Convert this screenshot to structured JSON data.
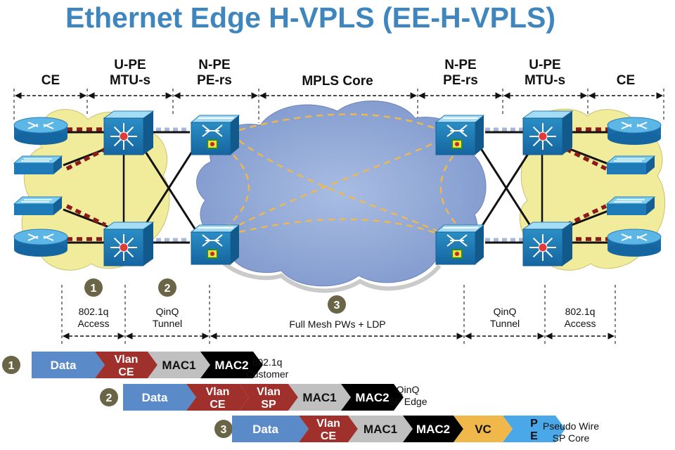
{
  "title": "Ethernet Edge H-VPLS (EE-H-VPLS)",
  "colors": {
    "title": "#3e86bd",
    "cloud_core": "#8ea6d4",
    "cloud_access": "#f1ec9c",
    "pseudowire": "#f0b84a",
    "access_link": "#8b1a1a",
    "badge": "#6b6548",
    "seg_data": "#5b8ac8",
    "seg_vlan": "#a0302c",
    "seg_mac1": "#c0c0c0",
    "seg_mac2": "#000000",
    "seg_vc": "#f0b84a",
    "seg_pe": "#4aa8e8"
  },
  "segments": {
    "ce_left": "CE",
    "upe_left": [
      "U-PE",
      "MTU-s"
    ],
    "npe_left": [
      "N-PE",
      "PE-rs"
    ],
    "core": "MPLS Core",
    "npe_right": [
      "N-PE",
      "PE-rs"
    ],
    "upe_right": [
      "U-PE",
      "MTU-s"
    ],
    "ce_right": "CE"
  },
  "annotations": {
    "a1": {
      "num": "1",
      "line1": "802.1q",
      "line2": "Access"
    },
    "a2": {
      "num": "2",
      "line1": "QinQ",
      "line2": "Tunnel"
    },
    "a3": {
      "num": "3",
      "line1": "Full Mesh PWs + LDP"
    },
    "a4": {
      "line1": "QinQ",
      "line2": "Tunnel"
    },
    "a5": {
      "line1": "802.1q",
      "line2": "Access"
    }
  },
  "frames": [
    {
      "num": "1",
      "fields": [
        [
          "Data"
        ],
        [
          "Vlan",
          "CE"
        ],
        [
          "MAC1"
        ],
        [
          "MAC2"
        ]
      ],
      "desc": [
        "802.1q",
        "Customer"
      ]
    },
    {
      "num": "2",
      "fields": [
        [
          "Data"
        ],
        [
          "Vlan",
          "CE"
        ],
        [
          "Vlan",
          "SP"
        ],
        [
          "MAC1"
        ],
        [
          "MAC2"
        ]
      ],
      "desc": [
        "QinQ",
        "SP Edge"
      ]
    },
    {
      "num": "3",
      "fields": [
        [
          "Data"
        ],
        [
          "Vlan",
          "CE"
        ],
        [
          "MAC1"
        ],
        [
          "MAC2"
        ],
        [
          "VC"
        ],
        [
          "P",
          "E"
        ]
      ],
      "desc": [
        "Pseudo Wire",
        "SP Core"
      ]
    }
  ]
}
